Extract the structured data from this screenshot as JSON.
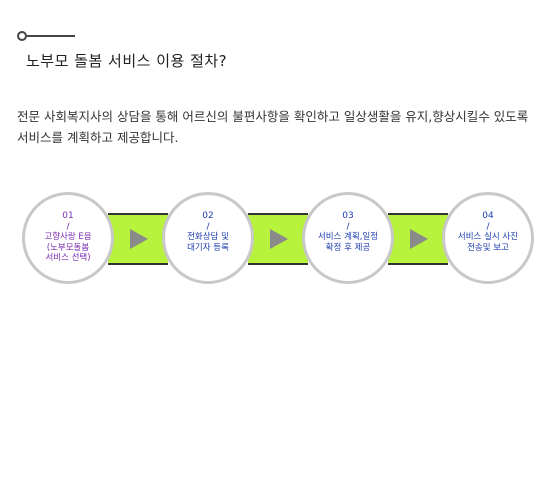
{
  "page": {
    "title": "노부모 돌봄 서비스 이용 절차?",
    "description": "전문 사회복지사의 상담을 통해 어르신의 불편사항을 확인하고 일상생활을 유지,향상시킬수 있도록 서비스를 계획하고 제공합니다."
  },
  "colors": {
    "connector": "#b7f23c",
    "step1_text": "#7a2bb0",
    "step_text": "#1e3cb0",
    "arrow": "#8a8a8a"
  },
  "steps": [
    {
      "num": "01",
      "slash": "/",
      "label": "고향사랑 E음\n(노부모돌봄\n서비스 선택)"
    },
    {
      "num": "02",
      "slash": "/",
      "label": "전화상담 및\n대기자 등록"
    },
    {
      "num": "03",
      "slash": "/",
      "label": "서비스 계획,일정\n확정 후 제공"
    },
    {
      "num": "04",
      "slash": "/",
      "label": "서비스 실시 사진\n전송및 보고"
    }
  ],
  "icons": {
    "title_marker": "title-marker-icon",
    "arrow": "play-arrow-icon"
  }
}
